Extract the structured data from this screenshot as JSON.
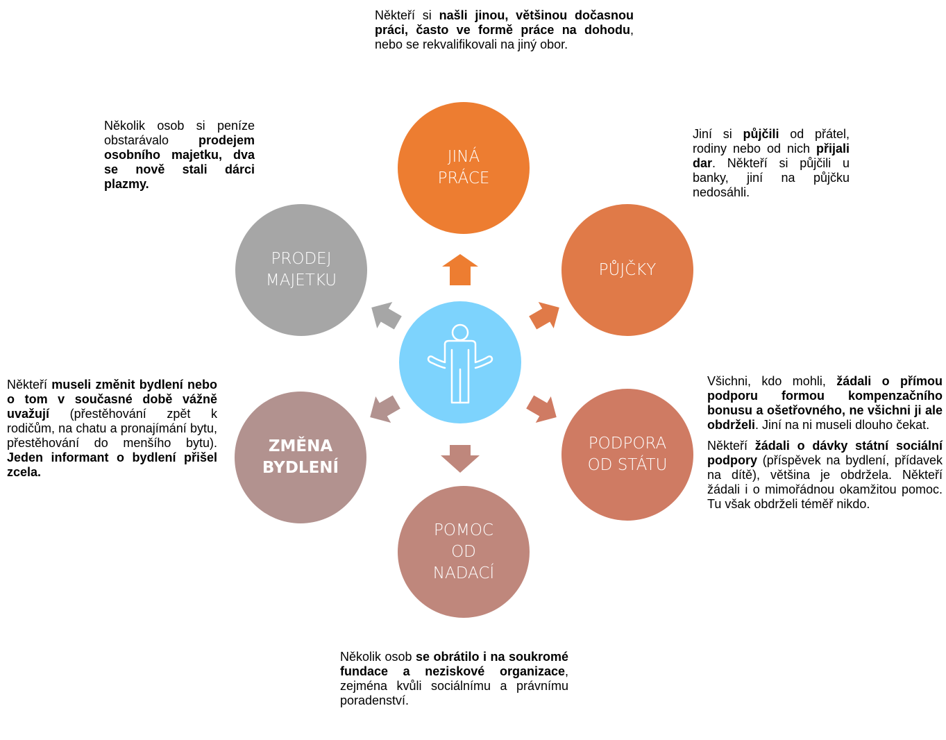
{
  "center": {
    "icon": "person-shrug-icon",
    "color": "#7dd3fd"
  },
  "circles": {
    "jina_prace": {
      "lines": [
        "JINÁ",
        "PRÁCE"
      ],
      "color": "#ed7d31"
    },
    "pujcky": {
      "lines": [
        "PŮJČKY"
      ],
      "color": "#e07a48"
    },
    "podpora": {
      "lines": [
        "PODPORA",
        "OD STÁTU"
      ],
      "color": "#cf7b63"
    },
    "nadace": {
      "lines": [
        "POMOC",
        "OD",
        "NADACÍ"
      ],
      "color": "#bf877c"
    },
    "bydleni": {
      "lines": [
        "ZMĚNA",
        "BYDLENÍ"
      ],
      "color": "#b2928f"
    },
    "majetek": {
      "lines": [
        "PRODEJ",
        "MAJETKU"
      ],
      "color": "#a6a6a6"
    }
  },
  "descriptions": {
    "top": [
      [
        [
          "Někteří si ",
          false
        ],
        [
          "našli jinou, většinou dočasnou práci, často ve formě práce na dohodu",
          true
        ],
        [
          ", nebo se rekvalifikovali na jiný obor.",
          false
        ]
      ]
    ],
    "top_right": [
      [
        [
          "Jiní si ",
          false
        ],
        [
          "půjčili",
          true
        ],
        [
          " od přátel, rodiny nebo od nich ",
          false
        ],
        [
          "přijali dar",
          true
        ],
        [
          ". Někteří si půjčili u banky, jiní na půjčku nedosáhli.",
          false
        ]
      ]
    ],
    "right": [
      [
        [
          "Všichni, kdo mohli, ",
          false
        ],
        [
          "žádali o přímou podporu formou kompenzačního bonusu a ošetřovného, ne všichni ji ale obdrželi",
          true
        ],
        [
          ". Jiní na ni museli dlouho čekat.",
          false
        ]
      ],
      [
        [
          "Někteří ",
          false
        ],
        [
          "žádali o dávky státní sociální podpory",
          true
        ],
        [
          " (příspěvek na bydlení, přídavek na dítě), většina je obdržela. Někteří žádali i o mimořádnou okamžitou pomoc. Tu však obdrželi téměř nikdo.",
          false
        ]
      ]
    ],
    "bottom": [
      [
        [
          "Několik osob ",
          false
        ],
        [
          "se obrátilo i na soukromé fundace a neziskové organizace",
          true
        ],
        [
          ", zejména kvůli sociálnímu a právnímu poradenství.",
          false
        ]
      ]
    ],
    "left": [
      [
        [
          "Někteří ",
          false
        ],
        [
          "museli změnit bydlení nebo o tom v současné době vážně uvažují",
          true
        ],
        [
          " (přestěhování zpět k rodičům, na chatu a pronajímání bytu, přestěhování do menšího bytu). ",
          false
        ],
        [
          "Jeden informant o bydlení přišel zcela.",
          true
        ]
      ]
    ],
    "top_left": [
      [
        [
          "Několik osob si peníze obstarávalo ",
          false
        ],
        [
          "prodejem osobního majetku, dva se nově stali dárci plazmy.",
          true
        ]
      ]
    ]
  }
}
